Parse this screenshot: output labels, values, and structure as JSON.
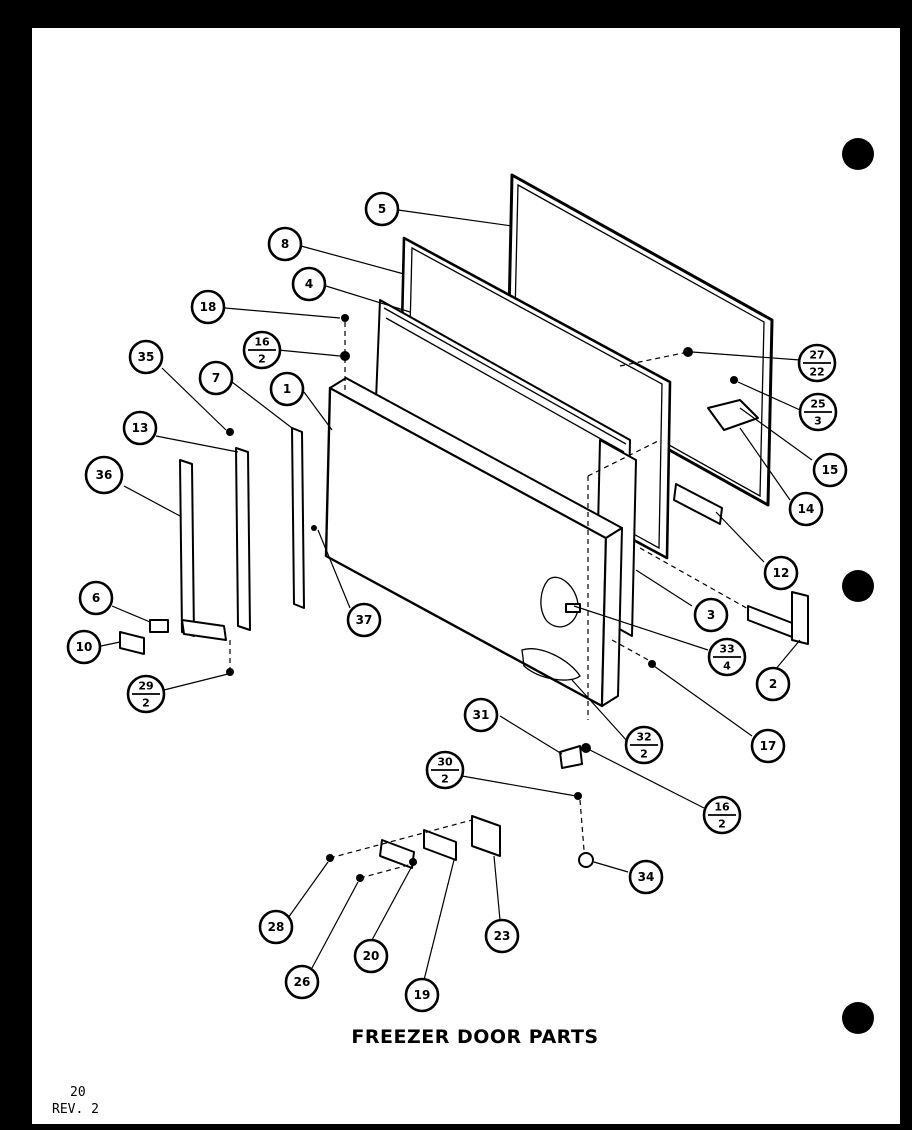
{
  "title": "FREEZER DOOR PARTS",
  "page_number": "20",
  "revision": "REV. 2",
  "callouts": [
    {
      "id": "5",
      "label": "5"
    },
    {
      "id": "8",
      "label": "8"
    },
    {
      "id": "4",
      "label": "4"
    },
    {
      "id": "18",
      "label": "18"
    },
    {
      "id": "16-2-top",
      "num": "16",
      "den": "2"
    },
    {
      "id": "35",
      "label": "35"
    },
    {
      "id": "7",
      "label": "7"
    },
    {
      "id": "1",
      "label": "1"
    },
    {
      "id": "13",
      "label": "13"
    },
    {
      "id": "36",
      "label": "36"
    },
    {
      "id": "6",
      "label": "6"
    },
    {
      "id": "10",
      "label": "10"
    },
    {
      "id": "29-2",
      "num": "29",
      "den": "2"
    },
    {
      "id": "37",
      "label": "37"
    },
    {
      "id": "27-22",
      "num": "27",
      "den": "22"
    },
    {
      "id": "25-3",
      "num": "25",
      "den": "3"
    },
    {
      "id": "15",
      "label": "15"
    },
    {
      "id": "14",
      "label": "14"
    },
    {
      "id": "12",
      "label": "12"
    },
    {
      "id": "3",
      "label": "3"
    },
    {
      "id": "33-4",
      "num": "33",
      "den": "4"
    },
    {
      "id": "2",
      "label": "2"
    },
    {
      "id": "17",
      "label": "17"
    },
    {
      "id": "31",
      "label": "31"
    },
    {
      "id": "32-2",
      "num": "32",
      "den": "2"
    },
    {
      "id": "30-2",
      "num": "30",
      "den": "2"
    },
    {
      "id": "16-2-bottom",
      "num": "16",
      "den": "2"
    },
    {
      "id": "34",
      "label": "34"
    },
    {
      "id": "28",
      "label": "28"
    },
    {
      "id": "26",
      "label": "26"
    },
    {
      "id": "20",
      "label": "20"
    },
    {
      "id": "19",
      "label": "19"
    },
    {
      "id": "23",
      "label": "23"
    }
  ]
}
